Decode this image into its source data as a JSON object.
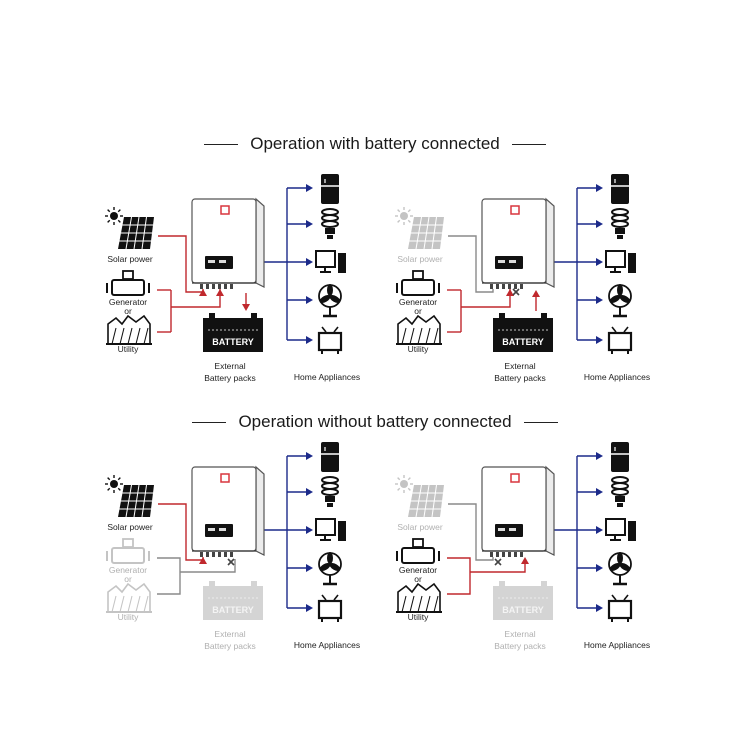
{
  "headings": {
    "with_battery": "Operation with battery connected",
    "without_battery": "Operation without battery connected"
  },
  "labels": {
    "solar": "Solar power",
    "generator": "Generator",
    "or": "or",
    "utility": "Utility",
    "battery": "BATTERY",
    "external_line1": "External",
    "external_line2": "Battery packs",
    "appliances": "Home Appliances"
  },
  "panels": [
    {
      "id": "with-battery-solar-active",
      "solar": true,
      "grid": true,
      "battery": true
    },
    {
      "id": "with-battery-grid-active",
      "solar": false,
      "grid": true,
      "battery": true
    },
    {
      "id": "no-battery-solar-active",
      "solar": true,
      "grid": false,
      "battery": false
    },
    {
      "id": "no-battery-grid-active",
      "solar": false,
      "grid": true,
      "battery": false
    }
  ],
  "appliance_icons": [
    "fridge-icon",
    "bulb-icon",
    "computer-icon",
    "fan-icon",
    "tv-icon"
  ],
  "colors": {
    "active_line": "#c0282d",
    "inactive_line": "#8a8a8a",
    "output_line": "#1c2a8a",
    "active_icon": "#111111",
    "inactive_icon": "#c4c4c4",
    "inverter_logo": "#d9363e"
  }
}
